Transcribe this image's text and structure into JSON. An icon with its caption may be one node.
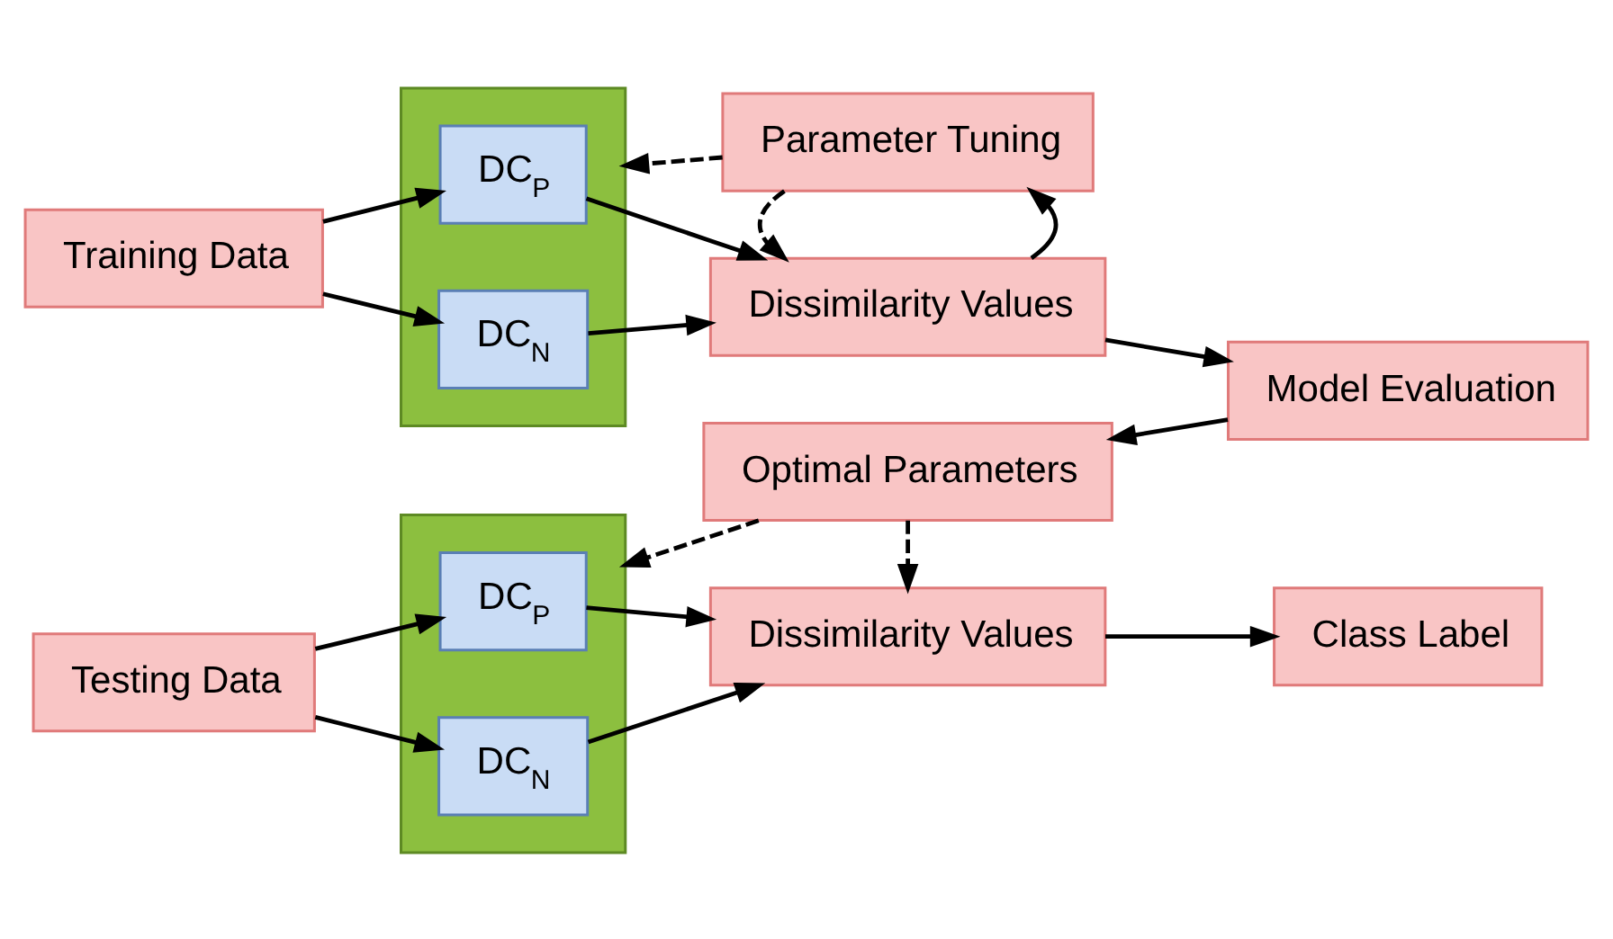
{
  "diagram": {
    "nodes": [
      {
        "text": [
          "Training Data"
        ]
      },
      {
        "text": [],
        "shape": "box"
      },
      {
        "text": [
          "DC$_{P}$"
        ],
        "in": 1
      },
      {
        "text": [
          "DC$_{N}$"
        ],
        "in": 1
      },
      {
        "text": [
          "Dissimilarity Values"
        ]
      },
      {
        "text": [
          "Parameter Tuning"
        ]
      },
      {
        "text": [
          "Model Evaluation"
        ]
      },
      {
        "text": [],
        "shape": "box"
      },
      {
        "text": [
          "DC$_{P}$"
        ],
        "in": 7
      },
      {
        "text": [
          "DC$_{N}$"
        ],
        "in": 7
      },
      {
        "text": [
          "Testing Data"
        ]
      },
      {
        "text": [
          "Optimal Parameters"
        ]
      },
      {
        "text": [
          "Dissimilarity Values"
        ]
      },
      {
        "text": [
          "Class Label"
        ]
      }
    ],
    "edges": [
      {
        "from": 0,
        "to": 2,
        "arrow": "to"
      },
      {
        "from": 0,
        "to": 3,
        "arrow": "to"
      },
      {
        "from": 2,
        "to": 4,
        "arrow": "to"
      },
      {
        "from": 3,
        "to": 4,
        "arrow": "to"
      },
      {
        "from": 4,
        "to": 6,
        "arrow": "to"
      },
      {
        "from": 4,
        "to": 5,
        "arrow": "to"
      },
      {
        "from": 5,
        "to": 4,
        "arrow": "to",
        "style": "dashed"
      },
      {
        "from": 5,
        "to": 1,
        "arrow": "to",
        "style": "dashed"
      },
      {
        "from": 6,
        "to": 11,
        "arrow": "to"
      },
      {
        "from": 11,
        "to": 7,
        "arrow": "to",
        "style": "dashed"
      },
      {
        "from": 11,
        "to": 12,
        "arrow": "to",
        "style": "dashed"
      },
      {
        "from": 10,
        "to": 8,
        "arrow": "to"
      },
      {
        "from": 10,
        "to": 9,
        "arrow": "to"
      },
      {
        "from": 8,
        "to": 12,
        "arrow": "to"
      },
      {
        "from": 9,
        "to": 12,
        "arrow": "to"
      },
      {
        "from": 12,
        "to": 13,
        "arrow": "to"
      }
    ]
  }
}
